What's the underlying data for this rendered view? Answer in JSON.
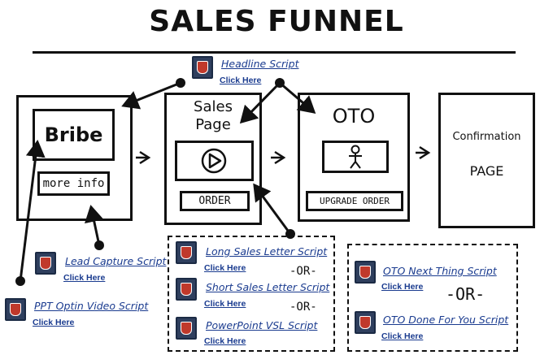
{
  "title": "SALES FUNNEL",
  "stages": {
    "bribe": {
      "label": "Bribe",
      "button": "more info"
    },
    "sales_page": {
      "label_line1": "Sales",
      "label_line2": "Page",
      "button": "ORDER"
    },
    "oto": {
      "label": "OTO",
      "button": "UPGRADE ORDER"
    },
    "confirmation": {
      "label_line1": "Confirmation",
      "label_line2": "PAGE"
    }
  },
  "scripts": {
    "headline": {
      "title": "Headline Script",
      "link": "Click Here"
    },
    "lead_capture": {
      "title": "Lead Capture Script",
      "link": "Click Here"
    },
    "ppt_optin": {
      "title": "PPT Optin Video Script",
      "link": "Click Here"
    },
    "long_sales_letter": {
      "title": "Long Sales Letter Script",
      "link": "Click Here"
    },
    "short_sales_letter": {
      "title": "Short Sales Letter Script",
      "link": "Click Here"
    },
    "powerpoint_vsl": {
      "title": "PowerPoint VSL Script",
      "link": "Click Here"
    },
    "oto_next_thing": {
      "title": "OTO Next Thing Script",
      "link": "Click Here"
    },
    "oto_done_for_you": {
      "title": "OTO Done For You Script",
      "link": "Click Here"
    }
  },
  "separators": {
    "or_small_1": "-OR-",
    "or_small_2": "-OR-",
    "or_big": "-OR-"
  },
  "colors": {
    "link": "#1a3b8f",
    "ink": "#111111",
    "icon_bg": "#2f3f5e",
    "icon_shield": "#c0392b"
  }
}
